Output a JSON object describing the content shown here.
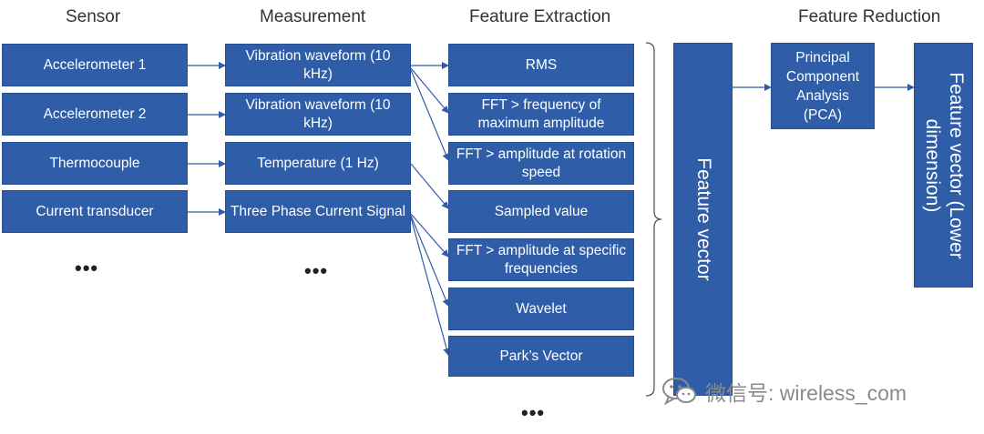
{
  "headers": {
    "sensor": "Sensor",
    "measurement": "Measurement",
    "feature_extraction": "Feature Extraction",
    "feature_reduction": "Feature Reduction"
  },
  "sensors": [
    "Accelerometer 1",
    "Accelerometer 2",
    "Thermocouple",
    "Current transducer"
  ],
  "measurements": [
    "Vibration waveform (10 kHz)",
    "Vibration waveform (10 kHz)",
    "Temperature (1 Hz)",
    "Three Phase Current Signal"
  ],
  "features": [
    "RMS",
    "FFT > frequency of maximum amplitude",
    "FFT > amplitude at rotation speed",
    "Sampled value",
    "FFT > amplitude at specific frequencies",
    "Wavelet",
    "Park’s Vector"
  ],
  "feature_vector": "Feature vector",
  "pca": "Principal Component Analysis (PCA)",
  "reduced_vector": "Feature vector (Lower dimension)",
  "ellipsis": "•••",
  "watermark": {
    "text": "微信号: wireless_com",
    "icon": "wechat-icon"
  },
  "colors": {
    "box_fill": "#2f5da8",
    "arrow": "#2f5da8",
    "watermark": "#8a8a8a"
  }
}
